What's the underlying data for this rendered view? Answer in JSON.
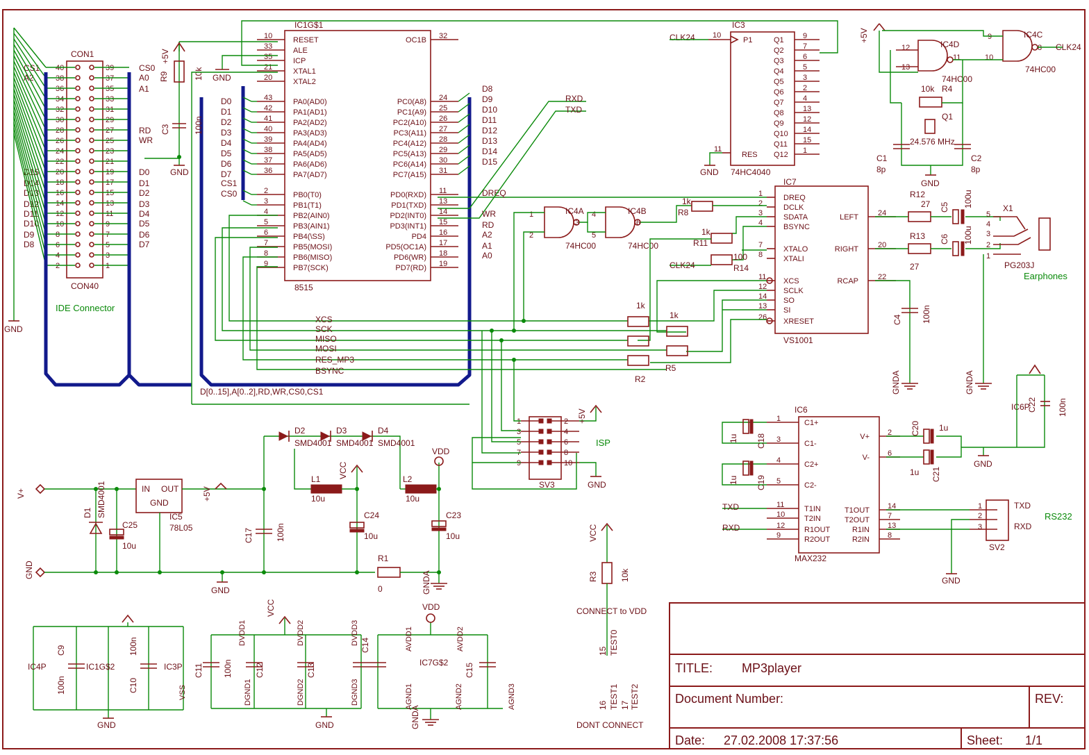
{
  "title_block": {
    "title_label": "TITLE:",
    "title": "MP3player",
    "docnum_label": "Document Number:",
    "rev_label": "REV:",
    "date_label": "Date:",
    "date": "27.02.2008 17:37:56",
    "sheet_label": "Sheet:",
    "sheet": "1/1"
  },
  "notes": {
    "ide_connector": "IDE Connector",
    "isp": "ISP",
    "rs232": "RS232",
    "earphones": "Earphones",
    "connect_vdd": "CONNECT to VDD",
    "dont_connect": "DONT CONNECT",
    "bus_label": "D[0..15],A[0..2],RD,WR,CS0,CS1"
  },
  "con": {
    "name": "CON1",
    "value": "CON40",
    "left_pins": [
      "40",
      "38",
      "36",
      "34",
      "32",
      "30",
      "28",
      "26",
      "24",
      "22",
      "20",
      "18",
      "16",
      "14",
      "12",
      "10",
      "8",
      "6",
      "4",
      "2"
    ],
    "right_pins": [
      "39",
      "37",
      "35",
      "33",
      "31",
      "29",
      "27",
      "25",
      "23",
      "21",
      "19",
      "17",
      "15",
      "13",
      "11",
      "9",
      "7",
      "5",
      "3",
      "1"
    ],
    "left_nets": [
      "CS1",
      "A2",
      "D15",
      "D14",
      "D13",
      "D12",
      "D11",
      "D10",
      "D9",
      "D8"
    ],
    "right_nets": [
      "CS0",
      "A0",
      "A1",
      "RD",
      "WR",
      "D0",
      "D1",
      "D2",
      "D3",
      "D4",
      "D5",
      "D6",
      "D7"
    ]
  },
  "mcu": {
    "name": "IC1G$1",
    "value": "8515",
    "left": [
      {
        "n": "10",
        "s": "RESET"
      },
      {
        "n": "33",
        "s": "ALE"
      },
      {
        "n": "35",
        "s": "ICP"
      },
      {
        "n": "21",
        "s": "XTAL1"
      },
      {
        "n": "20",
        "s": "XTAL2"
      },
      {
        "n": "43",
        "s": "PA0(AD0)"
      },
      {
        "n": "42",
        "s": "PA1(AD1)"
      },
      {
        "n": "41",
        "s": "PA2(AD2)"
      },
      {
        "n": "40",
        "s": "PA3(AD3)"
      },
      {
        "n": "39",
        "s": "PA4(AD4)"
      },
      {
        "n": "38",
        "s": "PA5(AD5)"
      },
      {
        "n": "37",
        "s": "PA6(AD6)"
      },
      {
        "n": "36",
        "s": "PA7(AD7)"
      },
      {
        "n": "2",
        "s": "PB0(T0)"
      },
      {
        "n": "3",
        "s": "PB1(T1)"
      },
      {
        "n": "4",
        "s": "PB2(AIN0)"
      },
      {
        "n": "5",
        "s": "PB3(AIN1)"
      },
      {
        "n": "6",
        "s": "PB4(\\SS)"
      },
      {
        "n": "7",
        "s": "PB5(MOSI)"
      },
      {
        "n": "8",
        "s": "PB6(MISO)"
      },
      {
        "n": "9",
        "s": "PB7(SCK)"
      }
    ],
    "right": [
      {
        "n": "32",
        "s": "OC1B"
      },
      {
        "n": "24",
        "s": "PC0(A8)"
      },
      {
        "n": "25",
        "s": "PC1(A9)"
      },
      {
        "n": "26",
        "s": "PC2(A10)"
      },
      {
        "n": "27",
        "s": "PC3(A11)"
      },
      {
        "n": "28",
        "s": "PC4(A12)"
      },
      {
        "n": "29",
        "s": "PC5(A13)"
      },
      {
        "n": "30",
        "s": "PC6(A14)"
      },
      {
        "n": "31",
        "s": "PC7(A15)"
      },
      {
        "n": "11",
        "s": "PD0(RXD)"
      },
      {
        "n": "13",
        "s": "PD1(TXD)"
      },
      {
        "n": "14",
        "s": "PD2(INT0)"
      },
      {
        "n": "15",
        "s": "PD3(INT1)"
      },
      {
        "n": "16",
        "s": "PD4"
      },
      {
        "n": "17",
        "s": "PD5(OC1A)"
      },
      {
        "n": "18",
        "s": "PD6(WR)"
      },
      {
        "n": "19",
        "s": "PD7(RD)"
      }
    ],
    "pa_nets": [
      "D0",
      "D1",
      "D2",
      "D3",
      "D4",
      "D5",
      "D6",
      "D7"
    ],
    "pc_nets": [
      "D8",
      "D9",
      "D10",
      "D11",
      "D12",
      "D13",
      "D14",
      "D15"
    ],
    "pb_nets": [
      "CS1",
      "CS0"
    ],
    "pd_nets": [
      "DREQ",
      "WR",
      "RD",
      "A2",
      "A1",
      "A0"
    ],
    "serial_nets": [
      "RXD",
      "TXD"
    ]
  },
  "counter": {
    "name": "IC3",
    "value": "74HC4040",
    "left": [
      {
        "n": "10",
        "s": "P1"
      },
      {
        "n": "11",
        "s": "RES"
      }
    ],
    "right": [
      {
        "n": "9",
        "s": "Q1"
      },
      {
        "n": "7",
        "s": "Q2"
      },
      {
        "n": "6",
        "s": "Q3"
      },
      {
        "n": "5",
        "s": "Q4"
      },
      {
        "n": "3",
        "s": "Q5"
      },
      {
        "n": "2",
        "s": "Q6"
      },
      {
        "n": "4",
        "s": "Q7"
      },
      {
        "n": "13",
        "s": "Q8"
      },
      {
        "n": "12",
        "s": "Q9"
      },
      {
        "n": "14",
        "s": "Q10"
      },
      {
        "n": "15",
        "s": "Q11"
      },
      {
        "n": "1",
        "s": "Q12"
      }
    ],
    "clk": "CLK24"
  },
  "vs": {
    "name": "IC7",
    "value": "VS1001",
    "left": [
      {
        "n": "1",
        "s": "DREQ"
      },
      {
        "n": "2",
        "s": "DCLK"
      },
      {
        "n": "3",
        "s": "SDATA"
      },
      {
        "n": "4",
        "s": "BSYNC"
      },
      {
        "n": "7",
        "s": "XTALO"
      },
      {
        "n": "8",
        "s": "XTALI"
      },
      {
        "n": "11",
        "s": "XCS"
      },
      {
        "n": "12",
        "s": "SCLK"
      },
      {
        "n": "14",
        "s": "SO"
      },
      {
        "n": "13",
        "s": "SI"
      },
      {
        "n": "26",
        "s": "XRESET"
      }
    ],
    "right": [
      {
        "n": "24",
        "s": "LEFT"
      },
      {
        "n": "20",
        "s": "RIGHT"
      },
      {
        "n": "22",
        "s": "RCAP"
      }
    ],
    "spi_nets": [
      "XCS",
      "SCK",
      "MISO",
      "MOSI",
      "RES_MP3",
      "BSYNC"
    ]
  },
  "max": {
    "name": "IC6",
    "value": "MAX232",
    "left": [
      {
        "n": "1",
        "s": "C1+"
      },
      {
        "n": "3",
        "s": "C1-"
      },
      {
        "n": "4",
        "s": "C2+"
      },
      {
        "n": "5",
        "s": "C2-"
      },
      {
        "n": "11",
        "s": "T1IN"
      },
      {
        "n": "10",
        "s": "T2IN"
      },
      {
        "n": "12",
        "s": "R1OUT"
      },
      {
        "n": "9",
        "s": "R2OUT"
      }
    ],
    "right": [
      {
        "n": "2",
        "s": "V+"
      },
      {
        "n": "6",
        "s": "V-"
      },
      {
        "n": "14",
        "s": "T1OUT"
      },
      {
        "n": "7",
        "s": "T2OUT"
      },
      {
        "n": "13",
        "s": "R1IN"
      },
      {
        "n": "8",
        "s": "R2IN"
      }
    ]
  },
  "gates": {
    "a": "IC4A",
    "b": "IC4B",
    "c": "IC4C",
    "d": "IC4D",
    "value": "74HC00"
  },
  "osc": {
    "crystal": "Q1",
    "freq": "24.576 MHz",
    "r4": "R4",
    "r4v": "10k",
    "c1": "C1",
    "c2": "C2",
    "cv": "8p"
  },
  "audio": {
    "r12": "R12",
    "r13": "R13",
    "rv": "27",
    "c5": "C5",
    "c6": "C6",
    "cv": "100u",
    "jack": "X1",
    "jack_value": "PG203J",
    "c4": "C4",
    "c4v": "100n"
  },
  "resistors": [
    {
      "n": "R8",
      "v": "1k"
    },
    {
      "n": "R11",
      "v": "1k"
    },
    {
      "n": "R14",
      "v": "100"
    },
    {
      "n": "R2",
      "v": "1k"
    },
    {
      "n": "R5",
      "v": "1k"
    }
  ],
  "power": {
    "vplus": "V+",
    "gnd": "GND",
    "d1": "D1",
    "d1v": "SMD4001",
    "c25": "C25",
    "c25v": "10u",
    "reg": "IC5",
    "regv": "78L05",
    "reg_in": "IN",
    "reg_out": "OUT",
    "reg_gnd": "GND",
    "c17": "C17",
    "c17v": "100n",
    "d2": "D2",
    "d3": "D3",
    "d4": "D4",
    "dv": "SMD4001",
    "l1": "L1",
    "l2": "L2",
    "lv": "10u",
    "c24": "C24",
    "c23": "C23",
    "cv": "10u",
    "r1": "R1",
    "r1v": "0",
    "vcc": "VCC",
    "vdd": "VDD",
    "gnda": "GNDA",
    "p5v": "+5V"
  },
  "isp": {
    "name": "SV3",
    "pins_left": [
      "1",
      "3",
      "5",
      "7",
      "9"
    ],
    "pins_right": [
      "2",
      "4",
      "6",
      "8",
      "10"
    ]
  },
  "serial": {
    "name": "SV2",
    "txd": "TXD",
    "rxd": "RXD",
    "pins": [
      "1",
      "2",
      "3"
    ]
  },
  "r3": {
    "n": "R3",
    "v": "10k",
    "test0": "TEST0",
    "test0p": "15",
    "test1": "TEST1",
    "test2": "TEST2",
    "p16": "16",
    "p17": "17"
  },
  "misc": {
    "r9": "R9",
    "r9v": "10k",
    "c3": "C3",
    "c3v": "100n",
    "c20": "C20",
    "c21": "C21",
    "c18": "C18",
    "c19": "C19",
    "c22": "C22",
    "cv1u": "1u",
    "c22v": "100n",
    "ic6p": "IC6P"
  },
  "decoupling": {
    "c9": "C9",
    "c10": "C10",
    "c11": "C11",
    "c12": "C12",
    "c13": "C13",
    "c14": "C14",
    "c15": "C15",
    "cv": "100n",
    "ic4p": "IC4P",
    "ic1g2": "IC1G$2",
    "ic3p": "IC3P",
    "ic7g2": "IC7G$2",
    "vcc": "VCC",
    "gnd": "GND",
    "vss": "VSS",
    "dvdd1": "DVDD1",
    "dvdd2": "DVDD2",
    "dvdd3": "DVDD3",
    "dgnd1": "DGND1",
    "dgnd2": "DGND2",
    "dgnd3": "DGND3",
    "avdd1": "AVDD1",
    "avdd2": "AVDD2",
    "agnd1": "AGND1",
    "agnd2": "AGND2",
    "agnd3": "AGND3"
  }
}
